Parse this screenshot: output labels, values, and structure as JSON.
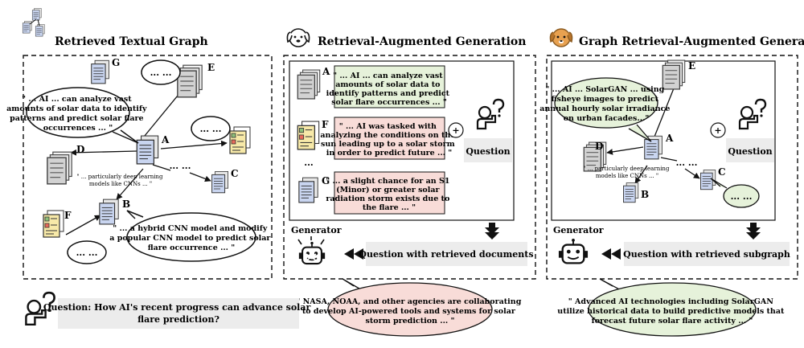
{
  "panel1": {
    "title": "Retrieved Textual Graph",
    "nodes": {
      "G": "G",
      "E": "E",
      "A": "A",
      "D": "D",
      "C": "C",
      "F": "F",
      "B": "B"
    },
    "bubble_main": [
      "\" ... AI ... can analyze vast",
      "amounts of solar data to identify",
      "patterns and predict solar flare",
      "occurrences ... \""
    ],
    "bubble_dots_top": "... ...",
    "bubble_dots_right": "... ...",
    "bubble_dots_bottom": "... ...",
    "edge_label": [
      "\" ... particularly deep learning",
      "models like CNNs ... \""
    ],
    "dots_between": "... ...",
    "bubble_bottom": [
      "\" ... a hybrid CNN model and modify",
      "a popular CNN model to predict solar",
      "flare occurrence ... \""
    ]
  },
  "panel2": {
    "title": "Retrieval-Augmented Generation",
    "doc_A": {
      "letter": "A",
      "lines": [
        "\" ... AI ... can analyze vast",
        "amounts of solar data to",
        "identify patterns and predict",
        "solar flare occurrences ... \""
      ]
    },
    "doc_F": {
      "letter": "F",
      "lines": [
        "\" ... AI was tasked with",
        "analyzing the conditions on the",
        "sun leading up to a solar storm",
        "in order to predict future ... \""
      ]
    },
    "doc_G": {
      "letter": "G",
      "lines": [
        "\" ... a slight chance for an S1",
        "(Minor) or greater solar",
        "radiation storm exists due to",
        "the flare ... \""
      ]
    },
    "dots": "...",
    "plus": "+",
    "question_label": "Question",
    "generator_label": "Generator",
    "combined_label": "Question with retrieved documents",
    "answer": [
      "\" NASA, NOAA, and other agencies are collaborating",
      "to develop AI-powered tools and systems for solar",
      "storm prediction ... \""
    ]
  },
  "panel3": {
    "title": "Graph Retrieval-Augmented Generation",
    "nodes": {
      "E": "E",
      "A": "A",
      "D": "D",
      "C": "C",
      "B": "B"
    },
    "bubble_main": [
      "\" ... AI ... SolarGAN ... using",
      "fisheye images to predict",
      "annual hourly solar irradiance",
      "on urban facades...\""
    ],
    "edge_label": [
      "\" ... particularly deep learning",
      "models like CNNs ... \""
    ],
    "dots_between": "... ...",
    "bubble_dots": "... ...",
    "plus": "+",
    "question_label": "Question",
    "generator_label": "Generator",
    "combined_label": "Question with retrieved subgraph",
    "answer": [
      "\" Advanced AI technologies including SolarGAN",
      "utilize historical data to build predictive models that",
      "forecast future solar flare activity ... \""
    ]
  },
  "query": {
    "lines": [
      "Question: How AI's recent progress can advance solar",
      "flare prediction?"
    ]
  },
  "colors": {
    "green_fill": "#e6f2da",
    "pink_fill": "#f8dcd8",
    "gray_box": "#ececec",
    "doc_blue": "#c9d5f0",
    "doc_gray": "#d9d9d9",
    "doc_yellow": "#f7e9a8"
  }
}
